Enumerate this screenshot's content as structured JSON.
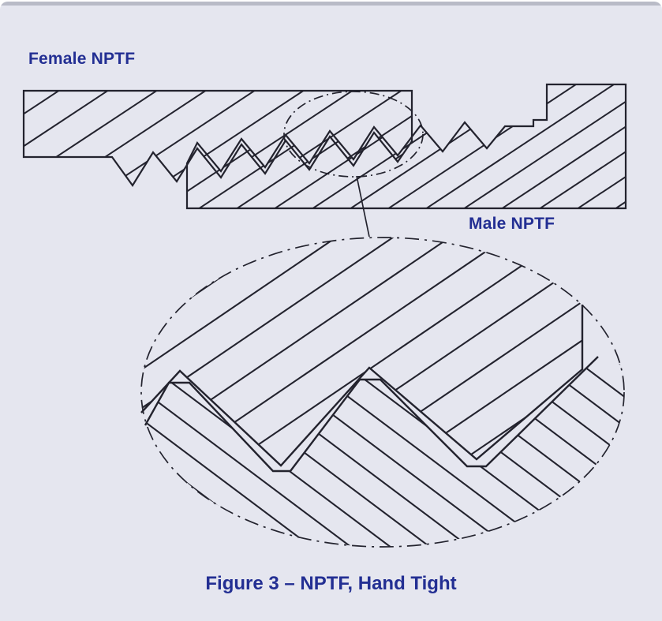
{
  "figure": {
    "female_label": "Female NPTF",
    "male_label": "Male NPTF",
    "caption": "Figure 3 – NPTF, Hand Tight"
  },
  "colors": {
    "bg": "#e5e6ef",
    "topbar": "#b9bbc7",
    "label-text": "#232f93",
    "line": "#23232e"
  }
}
